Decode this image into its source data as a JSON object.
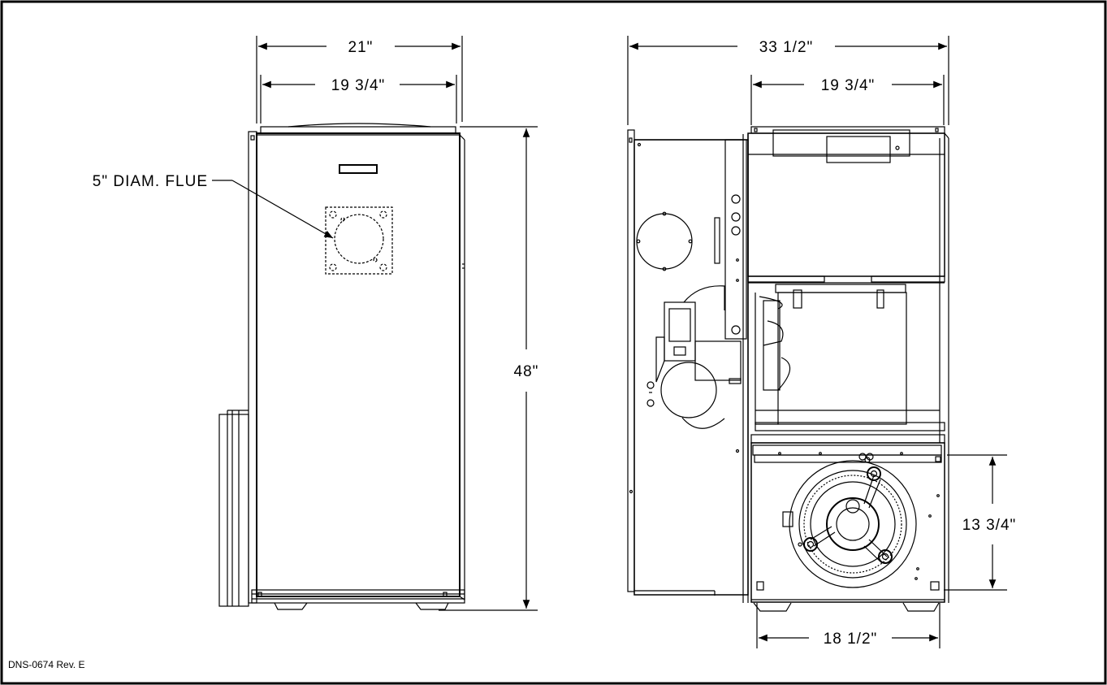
{
  "drawing": {
    "id_label": "DNS-0674 Rev. E",
    "front_view": {
      "width_overall": "21\"",
      "width_inner": "19 3/4\"",
      "height": "48\"",
      "flue_label": "5\" DIAM. FLUE"
    },
    "side_view": {
      "depth_overall": "33 1/2\"",
      "width_inner": "19 3/4\"",
      "blower_width": "18 1/2\"",
      "blower_height": "13 3/4\""
    }
  }
}
